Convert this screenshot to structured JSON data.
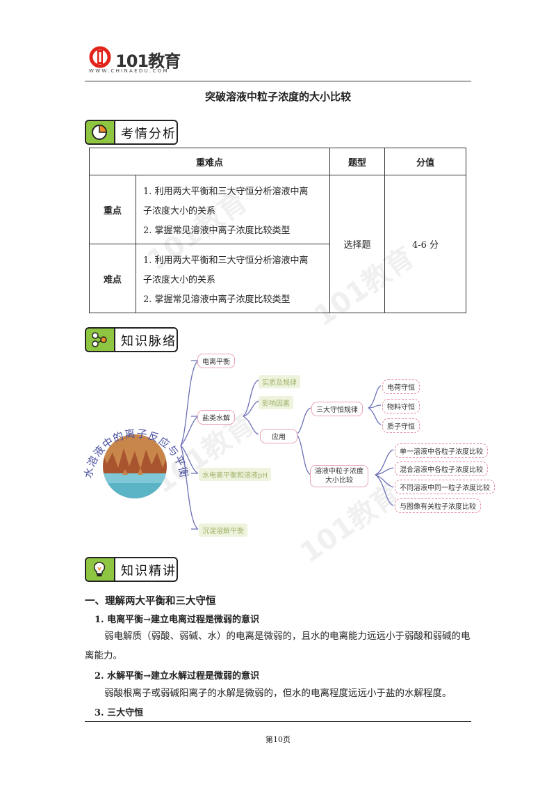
{
  "header": {
    "logo_text": "101教育",
    "logo_url": "WWW.CHINAEDU.COM",
    "doc_title": "突破溶液中粒子浓度的大小比较"
  },
  "sections": {
    "exam_analysis": "考情分析",
    "knowledge_map": "知识脉络",
    "knowledge_detail": "知识精讲"
  },
  "table": {
    "headers": [
      "重难点",
      "题型",
      "分值"
    ],
    "rows": [
      {
        "name": "重点",
        "lines": [
          "1. 利用两大平衡和三大守恒分析溶液中离",
          "子浓度大小的关系",
          "2. 掌握常见溶液中离子浓度比较类型"
        ]
      },
      {
        "name": "难点",
        "lines": [
          "1. 利用两大平衡和三大守恒分析溶液中离",
          "子浓度大小的关系",
          "2. 掌握常见溶液中离子浓度比较类型"
        ]
      }
    ],
    "type": "选择题",
    "score": "4-6 分"
  },
  "mindmap": {
    "center": "水溶液中的离子反应与平衡",
    "n_ionization": "电离平衡",
    "n_hydrolysis": "盐类水解",
    "n_water": "水电离平衡和溶液pH",
    "n_precip": "沉淀溶解平衡",
    "n_essence": "实质及规律",
    "n_factors": "影响因素",
    "n_apply": "应用",
    "n_three": "三大守恒规律",
    "n_compare_1": "溶液中粒子浓度",
    "n_compare_2": "大小比较",
    "n_charge": "电荷守恒",
    "n_material": "物料守恒",
    "n_proton": "质子守恒",
    "n_single": "单一溶液中各粒子浓度比较",
    "n_mixed": "混合溶液中各粒子浓度比较",
    "n_different": "不同溶液中同一粒子浓度比较",
    "n_graph": "与图像有关粒子浓度比较"
  },
  "content": {
    "h1": "一、理解两大平衡和三大守恒",
    "s1_title": "1.  电离平衡→建立电离过程是微弱的意识",
    "s1_p": "弱电解质（弱酸、弱碱、水）的电离是微弱的，且水的电离能力远远小于弱酸和弱碱的电离能力。",
    "s2_title": "2.  水解平衡→建立水解过程是微弱的意识",
    "s2_p": "弱酸根离子或弱碱阳离子的水解是微弱的，但水的电离程度远远小于盐的水解程度。",
    "s3_title": "3.  三大守恒"
  },
  "footer": {
    "page": "第10页"
  },
  "colors": {
    "badge_green": "#8ec641",
    "node_pink": "#e8a3b3",
    "node_green_text": "#9fb36a",
    "line_blue": "#6b6fb5"
  }
}
